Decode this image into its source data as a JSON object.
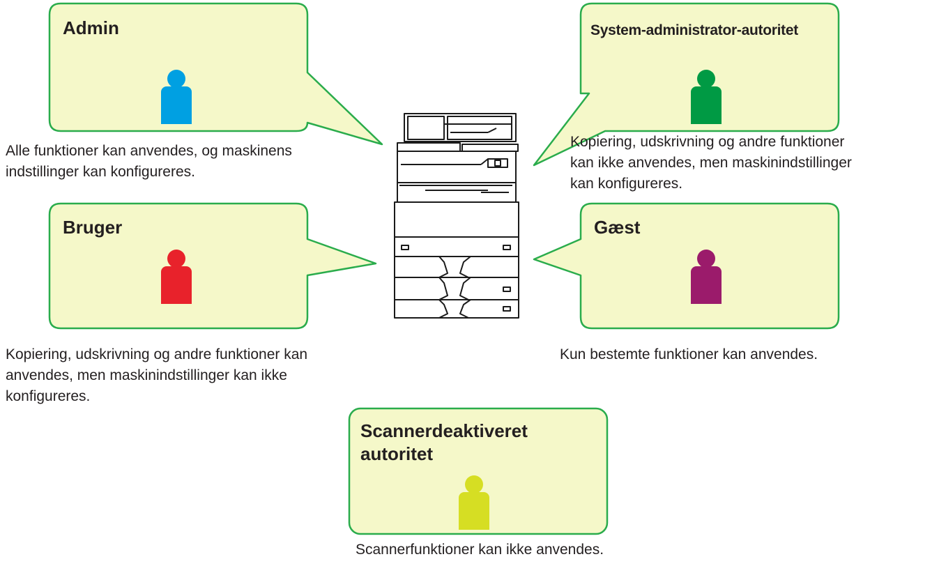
{
  "colors": {
    "bubble_fill": "#f5f8c9",
    "bubble_stroke": "#2aac4c",
    "text": "#231f20",
    "device_stroke": "#1a1a1a"
  },
  "roles": [
    {
      "id": "admin",
      "title": "Admin",
      "description": [
        "Alle funktioner kan anvendes, og maskinens",
        "indstillinger kan konfigureres."
      ],
      "icon": "person-icon",
      "color": "#00a0e2"
    },
    {
      "id": "system-administrator",
      "title": "System-administrator-autoritet",
      "description": [
        "Kopiering, udskrivning og andre funktioner",
        "kan ikke anvendes, men maskinindstillinger",
        "kan konfigureres."
      ],
      "icon": "person-icon",
      "color": "#009a44"
    },
    {
      "id": "bruger",
      "title": "Bruger",
      "description": [
        "Kopiering, udskrivning og andre funktioner kan",
        "anvendes, men maskinindstillinger kan ikke",
        "konfigureres."
      ],
      "icon": "person-icon",
      "color": "#e8222b"
    },
    {
      "id": "gaest",
      "title": "Gæst",
      "description": [
        "Kun bestemte funktioner kan anvendes."
      ],
      "icon": "person-icon",
      "color": "#9b1b6b"
    },
    {
      "id": "scanner-deaktiveret",
      "title": [
        "Scannerdeaktiveret",
        "autoritet"
      ],
      "description": [
        "Scannerfunktioner kan ikke anvendes."
      ],
      "icon": "person-icon",
      "color": "#d6de23"
    }
  ],
  "device": {
    "icon": "multifunction-printer-icon"
  }
}
